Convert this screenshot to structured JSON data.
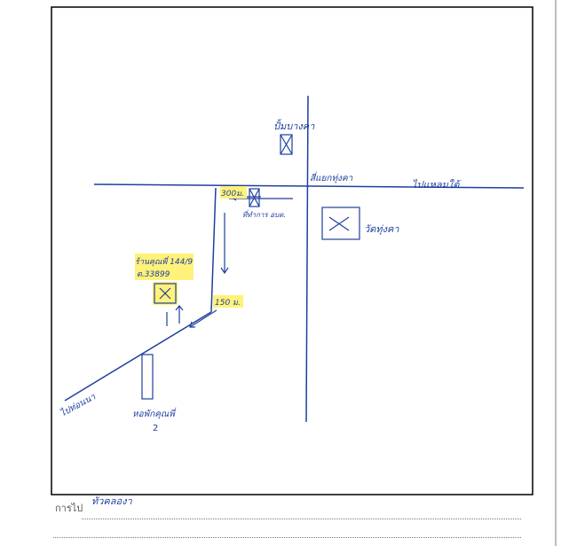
{
  "map": {
    "landmarks": {
      "top_label": "ปั้มบางคา",
      "junction_label": "สี่แยกทุ่งคา",
      "east_road_label": "ไปแหลมใต้",
      "office_label": "ที่ทำการ อบต.",
      "distance_short": "300ม.",
      "distance_long": "150 ม.",
      "target_house_line1": "ร้านคุณพี่ 144/9",
      "target_house_line2": "ต.33899",
      "temple_label": "วัดทุ่งคา",
      "southwest_road_label": "ไปท่อนนา",
      "bottom_building_line1": "หอพักคุณพี่",
      "bottom_building_line2": "2"
    },
    "colors": {
      "ink": "#1f3f9e",
      "highlight": "#fff27a",
      "frame": "#000000"
    }
  },
  "footer": {
    "label": "การไป",
    "value": "ทั่วคลองา"
  }
}
